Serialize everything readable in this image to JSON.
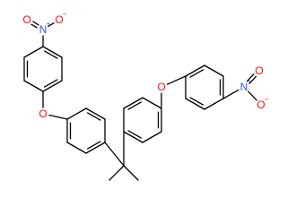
{
  "molecule": {
    "atoms": {
      "o_ether_left": {
        "symbol": "O",
        "charge": "",
        "color": "#ff0d0d"
      },
      "o_ether_right": {
        "symbol": "O",
        "charge": "",
        "color": "#ff0d0d"
      },
      "n_nitro_left": {
        "symbol": "N",
        "charge": "+",
        "color": "#3050f8"
      },
      "o_nitro_left_1": {
        "symbol": "O",
        "charge": "",
        "color": "#ff0d0d"
      },
      "o_nitro_left_2": {
        "symbol": "O",
        "charge": "−",
        "color": "#ff0d0d"
      },
      "n_nitro_right": {
        "symbol": "N",
        "charge": "+",
        "color": "#3050f8"
      },
      "o_nitro_right_1": {
        "symbol": "O",
        "charge": "",
        "color": "#ff0d0d"
      },
      "o_nitro_right_2": {
        "symbol": "O",
        "charge": "−",
        "color": "#ff0d0d"
      }
    },
    "bond_color": "#000000"
  }
}
